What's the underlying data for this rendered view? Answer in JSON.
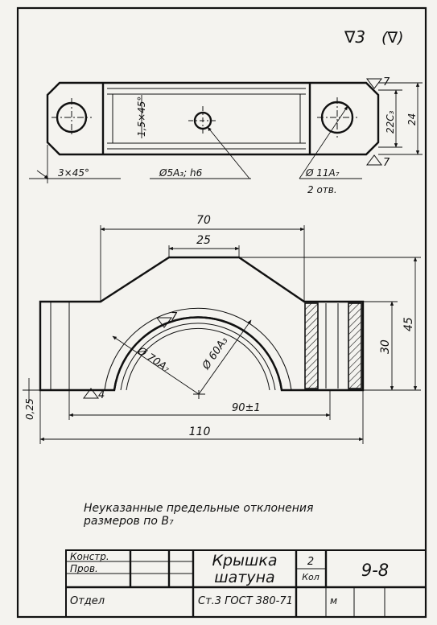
{
  "roughness": {
    "symbol": "∇3",
    "paren": "(∇)"
  },
  "top_view": {
    "finish_right_top": "7",
    "finish_right_bottom": "7",
    "dim_chamfer_left": "3×45°",
    "dim_chamfer_mid": "1,5×45°",
    "dim_hole_center": "Ø5A₃; h6",
    "dim_hole_side": "Ø 11A₇",
    "dim_hole_count": "2 отв.",
    "dim_22": "22С₃",
    "dim_24": "24"
  },
  "front_view": {
    "dim_70": "70",
    "dim_25": "25",
    "dim_45": "45",
    "dim_30": "30",
    "dim_R70": "Ø 70A₇",
    "dim_R60": "Ø 60A₃",
    "dim_90": "90±1",
    "dim_110": "110",
    "dim_025": "0,25",
    "finish_arc": "7",
    "finish_bottom": "4"
  },
  "note": {
    "line1": "Неуказанные предельные отклонения",
    "line2": "размеров по В₇"
  },
  "title_block": {
    "konstr": "Констр.",
    "prov": "Пров.",
    "otdel": "Отдел",
    "name_line1": "Крышка",
    "name_line2": "шатуна",
    "qty": "2",
    "qty_label": "Кол",
    "number": "9-8",
    "material": "Ст.3 ГОСТ 380-71",
    "sheet": "м"
  }
}
